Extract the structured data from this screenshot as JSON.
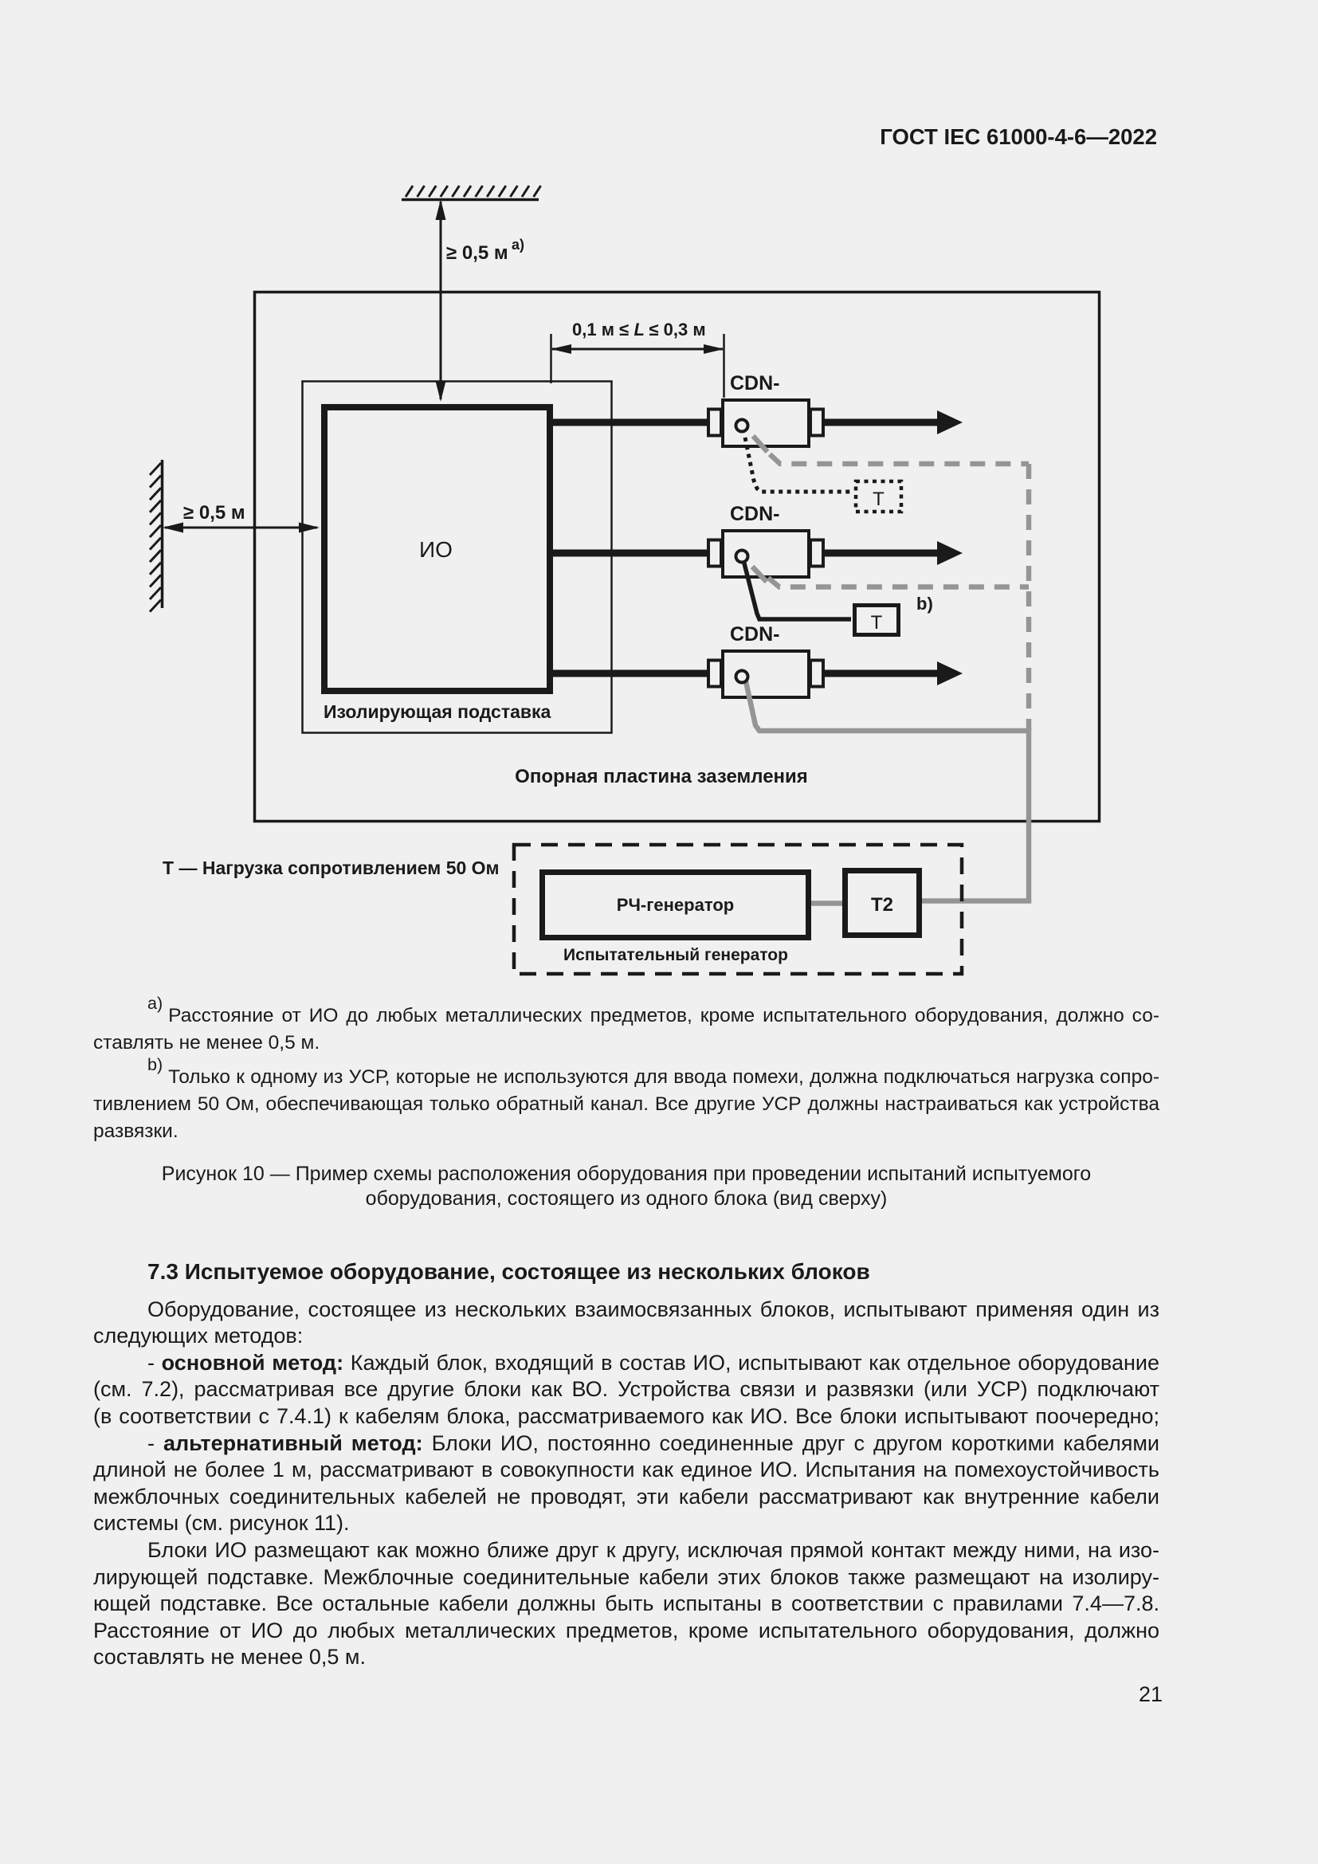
{
  "header": {
    "title": "ГОСТ IEC 61000-4-6—2022"
  },
  "page": {
    "number": "21"
  },
  "diagram": {
    "clearance_top": "≥ 0,5 м",
    "clearance_top_note": "a)",
    "clearance_left": "≥ 0,5 м",
    "cable_length_prefix": "0,1 м ≤",
    "cable_length_var": "L",
    "cable_length_suffix": "≤ 0,3 м",
    "eut_label": "ИО",
    "insulating_support_label": "Изолирующая подставка",
    "ground_plate_label": "Опорная пластина заземления",
    "cdn1_label": "CDN-",
    "cdn2_label": "CDN-",
    "cdn3_label": "CDN-",
    "t_load_dotted_label": "T",
    "t_load_solid_label": "T",
    "note_b": "b)",
    "rf_generator_label": "РЧ-генератор",
    "t2_label": "Т2",
    "test_generator_label": "Испытательный генератор",
    "legend": "T — Нагрузка сопротивлением 50 Ом",
    "colors": {
      "ink": "#1a1a1a",
      "gray_line": "#959595",
      "paper": "#f0f0f0"
    }
  },
  "footnotes": {
    "a_marker": "a)",
    "a_l1": "Расстояние от ИО до любых металлических предметов, кроме испытательного оборудования, должно со-",
    "a_l2": "ставлять не менее 0,5 м.",
    "b_marker": "b)",
    "b_l1": "Только к одному из УСР, которые не используются для ввода помехи, должна подключаться нагрузка сопро-",
    "b_l2": "тивлением 50 Ом, обеспечивающая только обратный канал. Все другие УСР должны настраиваться как устройства",
    "b_l3": "развязки."
  },
  "caption": {
    "l1": "Рисунок 10 — Пример схемы расположения оборудования при проведении испытаний испытуемого",
    "l2": "оборудования, состоящего из одного блока (вид сверху)"
  },
  "section": {
    "heading": "7.3 Испытуемое оборудование, состоящее из нескольких блоков"
  },
  "body": {
    "p1_l1": "Оборудование, состоящее из нескольких взаимосвязанных блоков, испытывают применяя один из",
    "p1_l2": "следующих методов:",
    "p2_l1_pre": "- ",
    "p2_l1_term": "основной метод:",
    "p2_l1_post": " Каждый блок, входящий в состав ИО, испытывают как отдельное оборудование",
    "p2_l2": "(см. 7.2), рассматривая все другие блоки как ВО. Устройства связи и развязки (или УСР) подключают",
    "p2_l3": "(в соответствии с 7.4.1) к кабелям блока, рассматриваемого как ИО. Все блоки испытывают поочередно;",
    "p3_l1_pre": "- ",
    "p3_l1_term": "альтернативный метод:",
    "p3_l1_post": " Блоки ИО, постоянно соединенные друг с другом короткими кабелями",
    "p3_l2": "длиной не более 1 м, рассматривают в совокупности как единое ИО. Испытания на помехоустойчивость",
    "p3_l3": "межблочных соединительных кабелей не проводят, эти кабели рассматривают как внутренние кабели",
    "p3_l4": "системы (см. рисунок 11).",
    "p4_l1": "Блоки ИО размещают как можно ближе друг к другу, исключая прямой контакт между ними, на изо-",
    "p4_l2": "лирующей подставке. Межблочные соединительные кабели этих блоков также размещают на изолиру-",
    "p4_l3": "ющей подставке. Все остальные кабели должны быть испытаны в соответствии с правилами 7.4—7.8.",
    "p4_l4": "Расстояние от ИО до любых металлических предметов, кроме испытательного оборудования, должно",
    "p4_l5": "составлять не менее 0,5 м."
  }
}
